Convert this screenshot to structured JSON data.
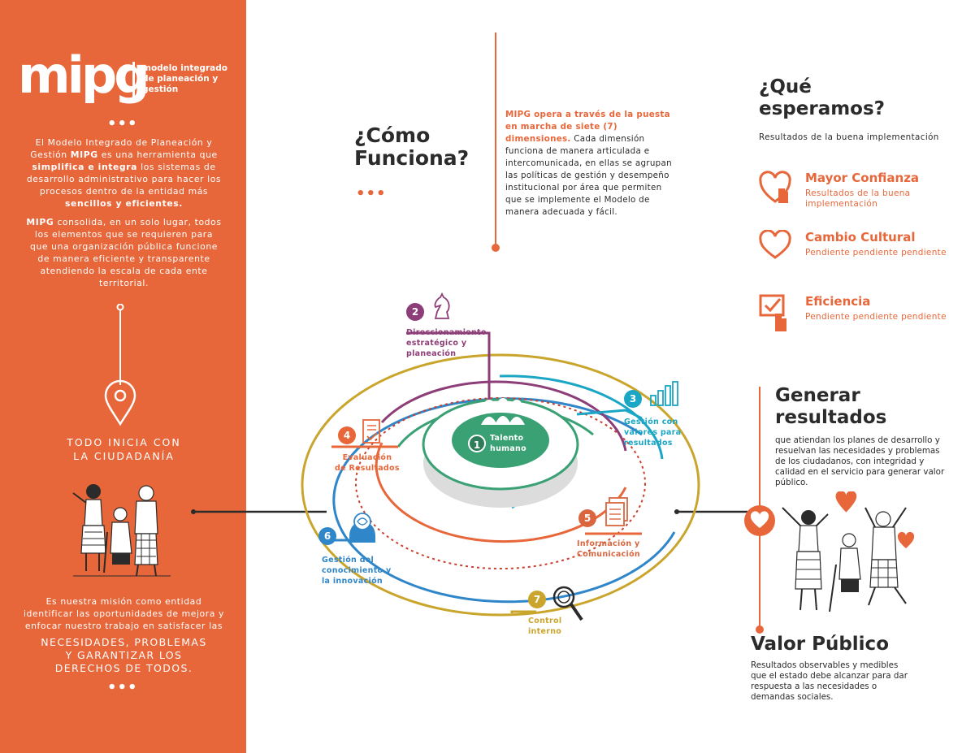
{
  "brand": {
    "logo": "mipg",
    "subtitle": "modelo integrado de planeación y gestión"
  },
  "colors": {
    "orange": "#e8673a",
    "purple": "#8d3d77",
    "teal": "#1aa6c4",
    "blue": "#2f86c9",
    "green": "#3aa174",
    "gold": "#c9a52b",
    "dark": "#2b2b2b"
  },
  "left_panel": {
    "dots": "•••",
    "intro_p1_a": "El Modelo Integrado de Planeación y Gestión ",
    "intro_p1_b": "MIPG",
    "intro_p1_c": " es una herramienta que ",
    "intro_p1_d": "simplifica e integra",
    "intro_p1_e": " los sistemas de desarrollo administrativo para hacer los procesos dentro de la entidad más ",
    "intro_p1_f": "sencillos y eficientes.",
    "intro_p2_a": "MIPG",
    "intro_p2_b": " consolida, en un solo lugar, todos los elementos que se requieren para que una organización pública funcione de manera eficiente y transparente atendiendo la escala de cada ente territorial.",
    "todo_line1": "TODO INICIA CON",
    "todo_line2": "LA CIUDADANÍA",
    "mision": "Es nuestra misión como entidad identificar las oportunidades de mejora y enfocar nuestro trabajo en satisfacer las",
    "mision_caps_1": "NECESIDADES, PROBLEMAS",
    "mision_caps_2": "Y GARANTIZAR LOS",
    "mision_caps_3": "DERECHOS DE TODOS.",
    "icons": [
      "location-pin-icon",
      "citizens-illustration"
    ]
  },
  "como": {
    "title_line1": "¿Cómo",
    "title_line2": "Funciona?",
    "dots": "•••",
    "text_hl": "MIPG opera a través de la puesta en marcha de siete (7) dimensiones.",
    "text_rest": " Cada dimensión funciona de manera articulada e intercomunicada, en ellas se agrupan las políticas de gestión y desempeño institucional por área que permiten que se implemente el Modelo de manera adecuada y fácil."
  },
  "dimensions": [
    {
      "num": "1",
      "label_1": "Talento",
      "label_2": "humano",
      "icon": "people-icon"
    },
    {
      "num": "2",
      "label_1": "Direccionamiento",
      "label_2": "estratégico y",
      "label_3": "planeación",
      "icon": "chess-knight-icon"
    },
    {
      "num": "3",
      "label_1": "Gestión con",
      "label_2": "valores para",
      "label_3": "resultados",
      "icon": "bar-chart-icon"
    },
    {
      "num": "4",
      "label_1": "Evaluación",
      "label_2": "de Resultados",
      "icon": "checklist-icon"
    },
    {
      "num": "5",
      "label_1": "Información y",
      "label_2": "Comunicación",
      "icon": "documents-icon"
    },
    {
      "num": "6",
      "label_1": "Gestión del",
      "label_2": "conocimiento y",
      "label_3": "la innovación",
      "icon": "brain-head-icon"
    },
    {
      "num": "7",
      "label_1": "Control",
      "label_2": "interno",
      "icon": "magnifier-icon"
    }
  ],
  "que": {
    "title_line1": "¿Qué",
    "title_line2": "esperamos?",
    "subtitle": "Resultados de la buena implementación",
    "items": [
      {
        "title": "Mayor Confianza",
        "desc": "Resultados de la buena implementación",
        "icon": "heart-hand-icon"
      },
      {
        "title": "Cambio Cultural",
        "desc": "Pendiente pendiente pendiente",
        "icon": "heart-icon"
      },
      {
        "title": "Eficiencia",
        "desc": "Pendiente pendiente pendiente",
        "icon": "check-hand-icon"
      }
    ]
  },
  "generar": {
    "title_line1": "Generar",
    "title_line2": "resultados",
    "text": "que atiendan los planes de desarrollo y resuelvan las necesidades y problemas de los ciudadanos, con integridad y calidad en el servicio para generar valor público."
  },
  "valor": {
    "title": "Valor Público",
    "text": "Resultados observables y medibles que el estado debe alcanzar para dar respuesta a las necesidades o demandas sociales."
  }
}
